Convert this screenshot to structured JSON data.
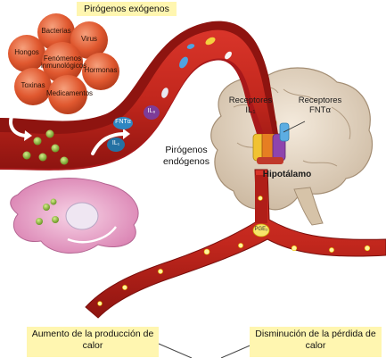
{
  "title_exogenous": "Pirógenos exógenos",
  "exogenous_pyrogens": [
    {
      "label": "Bacterias"
    },
    {
      "label": "Virus"
    },
    {
      "label": "Hongos"
    },
    {
      "label": "Fenómenos inmunológicos"
    },
    {
      "label": "Hormonas"
    },
    {
      "label": "Toxinas"
    },
    {
      "label": "Medicamentos"
    }
  ],
  "endogenous_label": "Pirógenos endógenos",
  "cytokines": {
    "tnf": "FNTα",
    "il6": "IL₆",
    "il1": "IL₁",
    "pge": "PGE₂"
  },
  "receptors_il1": {
    "line1": "Receptores",
    "line2": "IL₁"
  },
  "receptors_tnf": {
    "line1": "Receptores",
    "line2": "FNTα"
  },
  "hypothalamus_label": "Hipotálamo",
  "bottom_left": "Aumento de la producción de calor",
  "bottom_right": "Disminución de la pérdida de calor",
  "colors": {
    "vessel": "#c2271d",
    "vessel_dark": "#8e1410",
    "bubble": "#e0582f",
    "label_bg": "#fff6b0",
    "cell": "#e9a0c6",
    "brain": "#e8d8c6"
  }
}
